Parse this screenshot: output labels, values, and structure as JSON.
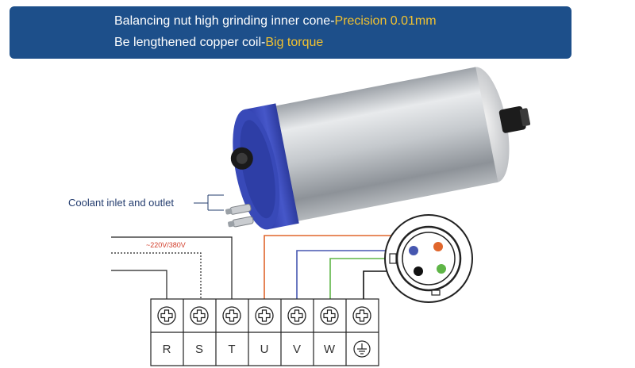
{
  "banner": {
    "line1": {
      "text": "Balancing nut high grinding inner cone-",
      "highlight": "Precision 0.01mm"
    },
    "line2": {
      "text": "Be lengthened copper coil-",
      "highlight": "Big torque"
    }
  },
  "callout": {
    "label": "Coolant inlet and outlet"
  },
  "wiring": {
    "voltage_label": "~220V/380V"
  },
  "terminals": [
    "R",
    "S",
    "T",
    "U",
    "V",
    "W"
  ],
  "colors": {
    "banner_bg": "#1d4f8a",
    "highlight": "#f2c230",
    "wire_u": "#e0662c",
    "wire_v": "#4657b0",
    "wire_w": "#5fb547",
    "wire_ground": "#111111"
  },
  "icons": {
    "terminal_screw": "screw-icon",
    "ground_terminal": "ground-icon"
  }
}
